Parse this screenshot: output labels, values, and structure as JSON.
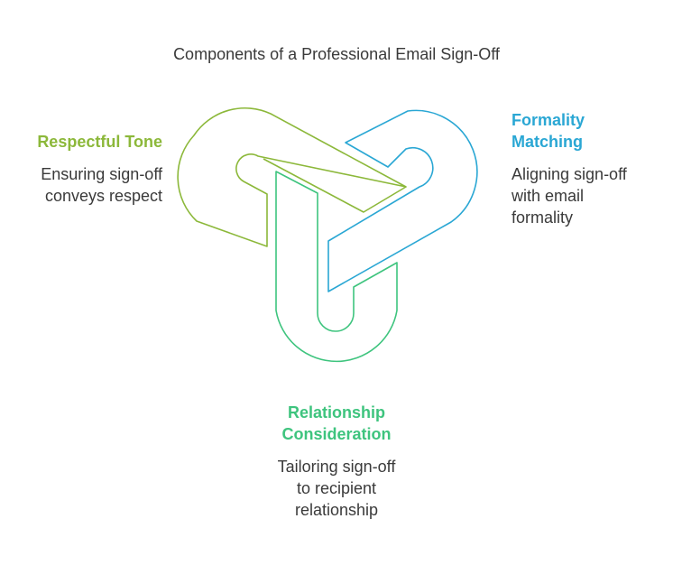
{
  "title": "Components of a Professional Email Sign-Off",
  "colors": {
    "respectful": "#8cb83a",
    "formality": "#2aa7d4",
    "relationship": "#3ec47e",
    "text": "#3a3a3a"
  },
  "blocks": {
    "respectful": {
      "title": "Respectful Tone",
      "desc_lines": [
        "Ensuring sign-off",
        "conveys respect"
      ]
    },
    "formality": {
      "title_lines": [
        "Formality",
        "Matching"
      ],
      "desc_lines": [
        "Aligning sign-off",
        "with email",
        "formality"
      ]
    },
    "relationship": {
      "title_lines": [
        "Relationship",
        "Consideration"
      ],
      "desc_lines": [
        "Tailoring sign-off",
        "to recipient",
        "relationship"
      ]
    }
  }
}
